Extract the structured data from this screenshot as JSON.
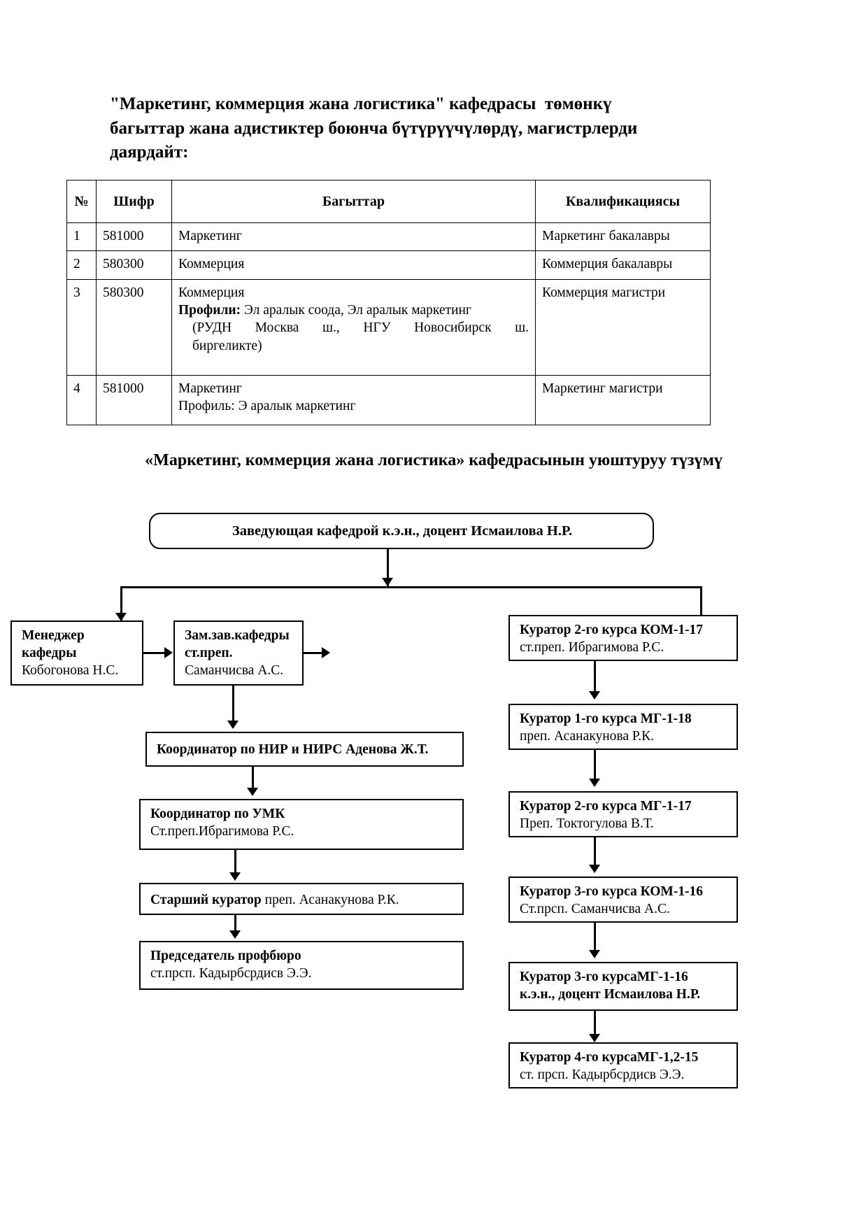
{
  "intro": {
    "line1": "\"Маркетинг, коммерция жана логистика\" кафедрасы  төмөнкү",
    "line2": "багыттар жана адистиктер боюнча бүтүрүүчүлөрдү, магистрлерди",
    "line3": "даярдайт:"
  },
  "table": {
    "headers": {
      "num": "№",
      "code": "Шифр",
      "direction": "Багыттар",
      "qualification": "Квалификациясы"
    },
    "rows": [
      {
        "num": "1",
        "code": "581000",
        "dir_line1": "Маркетинг",
        "dir_line2": "",
        "dir_line3": "",
        "dir_line4": "",
        "dir_label": "",
        "qual": "Маркетинг бакалавры"
      },
      {
        "num": "2",
        "code": "580300",
        "dir_line1": "Коммерция",
        "dir_line2": "",
        "dir_line3": "",
        "dir_line4": "",
        "dir_label": "",
        "qual": "Коммерция бакалавры"
      },
      {
        "num": "3",
        "code": "580300",
        "dir_line1": "Коммерция",
        "dir_label": "Профили:",
        "dir_line2": " Эл аралык соода, Эл аралык маркетинг",
        "dir_line3": "(РУДН   Москва  ш.,  НГУ Новосибирск  ш.",
        "dir_line4": "биргеликте)",
        "qual": "Коммерция магистри"
      },
      {
        "num": "4",
        "code": "581000",
        "dir_line1": "Маркетинг",
        "dir_label": "",
        "dir_line2": "Профиль: Э аралык маркетинг",
        "dir_line3": "",
        "dir_line4": "",
        "qual": "Маркетинг магистри"
      }
    ]
  },
  "org_heading": {
    "line1": "«Маркетинг, коммерция жана логистика» кафедрасынын уюштуруу",
    "line2": "түзүмү"
  },
  "org_chart": {
    "head": {
      "title": "Заведующая кафедрой  к.э.н., доцент Исмаилова Н.Р."
    },
    "left_column": [
      {
        "name": "manager",
        "bold_line1": "Менеджер",
        "bold_line2": "кафедры",
        "plain_line": "Кобогонова Н.С."
      },
      {
        "name": "deputy",
        "bold_line1": "Зам.зав.кафедры",
        "bold_line2": "ст.преп.",
        "plain_line": "Саманчисва А.С."
      },
      {
        "name": "nir-coordinator",
        "bold_line1": "Координатор по НИР и НИРС Аденова Ж.Т.",
        "bold_line2": "",
        "plain_line": ""
      },
      {
        "name": "umk-coordinator",
        "bold_line1": "Координатор по УМК",
        "bold_line2": "",
        "plain_line": "Ст.преп.Ибрагимова Р.С."
      },
      {
        "name": "senior-curator",
        "bold_line1": "Старший куратор",
        "bold_line2": "",
        "plain_line": " преп. Асанакунова Р.К."
      },
      {
        "name": "profburo-chair",
        "bold_line1": "Председатель профбюро",
        "bold_line2": "",
        "plain_line": "ст.прсп. Кадырбсрдисв Э.Э."
      }
    ],
    "right_column": [
      {
        "bold_line": "Куратор 2-го курса КОМ-1-17",
        "plain_line": "ст.преп. Ибрагимова Р.С."
      },
      {
        "bold_line": "Куратор 1-го курса МГ-1-18",
        "plain_line": "преп. Асанакунова Р.К."
      },
      {
        "bold_line": "Куратор 2-го курса МГ-1-17",
        "plain_line": "Преп. Токтогулова В.Т."
      },
      {
        "bold_line": "Куратор 3-го курса КОМ-1-16",
        "plain_line": "Ст.прсп. Саманчисва А.С."
      },
      {
        "bold_line": "Куратор 3-го курсаМГ-1-16",
        "plain_line": "к.э.н., доцент Исмаилова Н.Р."
      },
      {
        "bold_line": "Куратор 4-го курсаМГ-1,2-15",
        "plain_line": "ст. прсп. Кадырбсрдисв Э.Э."
      }
    ]
  },
  "colors": {
    "ink": "#000000",
    "paper": "#ffffff"
  }
}
